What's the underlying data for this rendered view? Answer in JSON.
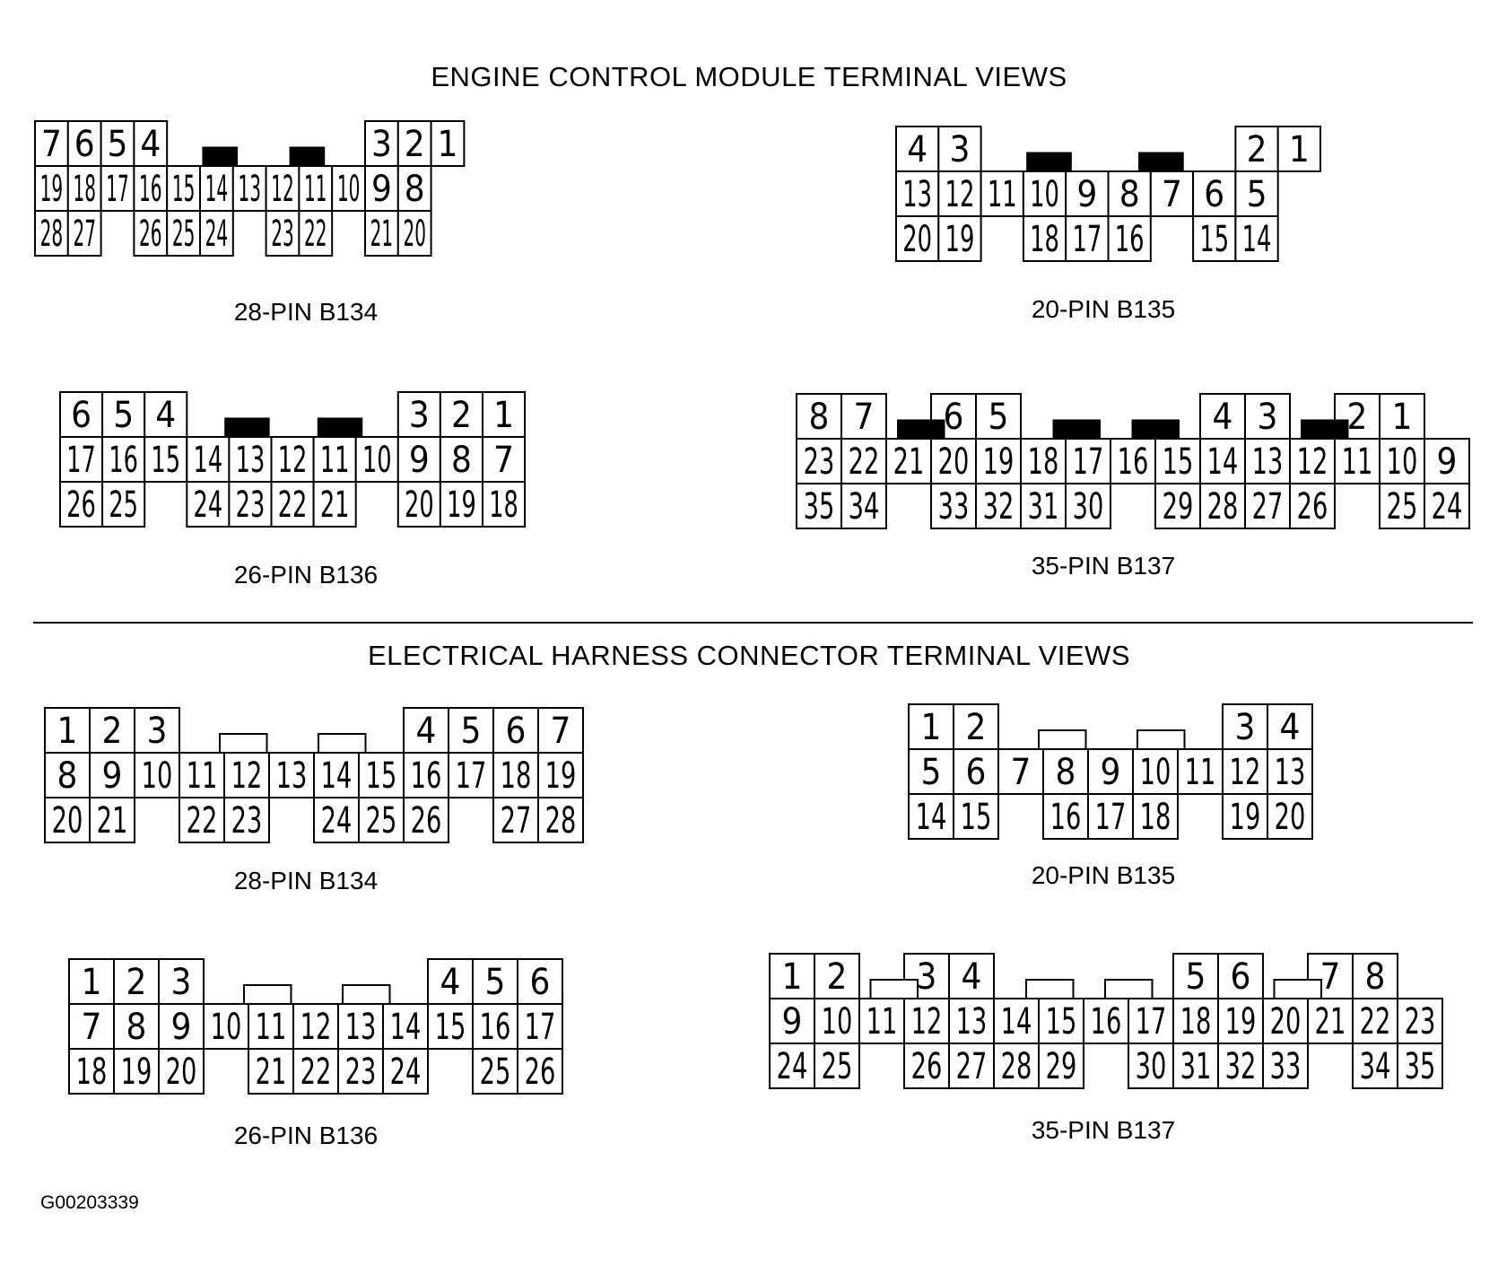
{
  "titles": {
    "ecm": "ENGINE CONTROL MODULE TERMINAL VIEWS",
    "harness": "ELECTRICAL HARNESS CONNECTOR TERMINAL VIEWS"
  },
  "figure_id": "G00203339",
  "connectors": {
    "ecm_b134": {
      "caption": "28-PIN B134",
      "rows": [
        [
          "7",
          "6",
          "5",
          "4",
          null,
          null,
          null,
          null,
          null,
          null,
          "3",
          "2",
          "1"
        ],
        [
          "19",
          "18",
          "17",
          "16",
          "15",
          "14",
          "13",
          "12",
          "11",
          "10",
          "9",
          "8"
        ],
        [
          "28",
          "27",
          null,
          "26",
          "25",
          "24",
          null,
          "23",
          "22",
          null,
          "21",
          "20"
        ]
      ],
      "keys": "solid"
    },
    "ecm_b135": {
      "caption": "20-PIN B135",
      "rows": [
        [
          "4",
          "3",
          null,
          null,
          null,
          null,
          null,
          null,
          "2",
          "1"
        ],
        [
          "13",
          "12",
          "11",
          "10",
          "9",
          "8",
          "7",
          "6",
          "5"
        ],
        [
          "20",
          "19",
          null,
          "18",
          "17",
          "16",
          null,
          "15",
          "14"
        ]
      ],
      "keys": "solid"
    },
    "ecm_b136": {
      "caption": "26-PIN B136",
      "rows": [
        [
          "6",
          "5",
          "4",
          null,
          null,
          null,
          null,
          null,
          "3",
          "2",
          "1"
        ],
        [
          "17",
          "16",
          "15",
          "14",
          "13",
          "12",
          "11",
          "10",
          "9",
          "8",
          "7"
        ],
        [
          "26",
          "25",
          null,
          "24",
          "23",
          "22",
          "21",
          null,
          "20",
          "19",
          "18"
        ]
      ],
      "keys": "solid"
    },
    "ecm_b137": {
      "caption": "35-PIN B137",
      "rows": [
        [
          "8",
          "7",
          null,
          "6",
          "5",
          null,
          null,
          null,
          null,
          "4",
          "3",
          null,
          "2",
          "1"
        ],
        [
          "23",
          "22",
          "21",
          "20",
          "19",
          "18",
          "17",
          "16",
          "15",
          "14",
          "13",
          "12",
          "11",
          "10",
          "9"
        ],
        [
          "35",
          "34",
          null,
          "33",
          "32",
          "31",
          "30",
          null,
          "29",
          "28",
          "27",
          "26",
          null,
          "25",
          "24"
        ]
      ],
      "keys": "solid"
    },
    "harness_b134": {
      "caption": "28-PIN B134",
      "rows": [
        [
          "1",
          "2",
          "3",
          null,
          null,
          null,
          null,
          null,
          "4",
          "5",
          "6",
          "7"
        ],
        [
          "8",
          "9",
          "10",
          "11",
          "12",
          "13",
          "14",
          "15",
          "16",
          "17",
          "18",
          "19"
        ],
        [
          "20",
          "21",
          null,
          "22",
          "23",
          null,
          "24",
          "25",
          "26",
          null,
          "27",
          "28"
        ]
      ],
      "keys": "outline"
    },
    "harness_b135": {
      "caption": "20-PIN B135",
      "rows": [
        [
          "1",
          "2",
          null,
          null,
          null,
          null,
          null,
          "3",
          "4"
        ],
        [
          "5",
          "6",
          "7",
          "8",
          "9",
          "10",
          "11",
          "12",
          "13"
        ],
        [
          "14",
          "15",
          null,
          "16",
          "17",
          "18",
          null,
          "19",
          "20"
        ]
      ],
      "keys": "outline"
    },
    "harness_b136": {
      "caption": "26-PIN B136",
      "rows": [
        [
          "1",
          "2",
          "3",
          null,
          null,
          null,
          null,
          null,
          "4",
          "5",
          "6"
        ],
        [
          "7",
          "8",
          "9",
          "10",
          "11",
          "12",
          "13",
          "14",
          "15",
          "16",
          "17"
        ],
        [
          "18",
          "19",
          "20",
          null,
          "21",
          "22",
          "23",
          "24",
          null,
          "25",
          "26"
        ]
      ],
      "keys": "outline"
    },
    "harness_b137": {
      "caption": "35-PIN B137",
      "rows": [
        [
          "1",
          "2",
          null,
          "3",
          "4",
          null,
          null,
          null,
          null,
          "5",
          "6",
          null,
          "7",
          "8"
        ],
        [
          "9",
          "10",
          "11",
          "12",
          "13",
          "14",
          "15",
          "16",
          "17",
          "18",
          "19",
          "20",
          "21",
          "22",
          "23"
        ],
        [
          "24",
          "25",
          null,
          "26",
          "27",
          "28",
          "29",
          null,
          "30",
          "31",
          "32",
          "33",
          null,
          "34",
          "35"
        ]
      ],
      "keys": "outline"
    }
  }
}
